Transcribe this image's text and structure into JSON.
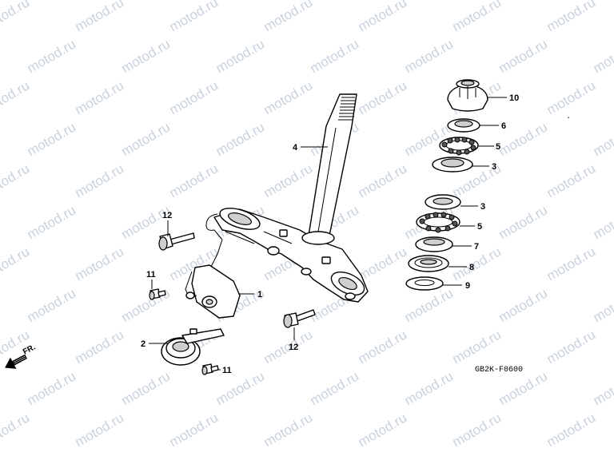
{
  "watermark": {
    "text": "motod.ru",
    "color": "#c9d3de"
  },
  "diagram_code": "GB2K-F0600",
  "direction": {
    "label": "FR.",
    "icon": "front-arrow-icon"
  },
  "callouts": [
    "10",
    "6",
    "5",
    "3",
    "4",
    "12",
    "3",
    "5",
    "7",
    "8",
    "11",
    "1",
    "9",
    "2",
    "12",
    "11"
  ]
}
